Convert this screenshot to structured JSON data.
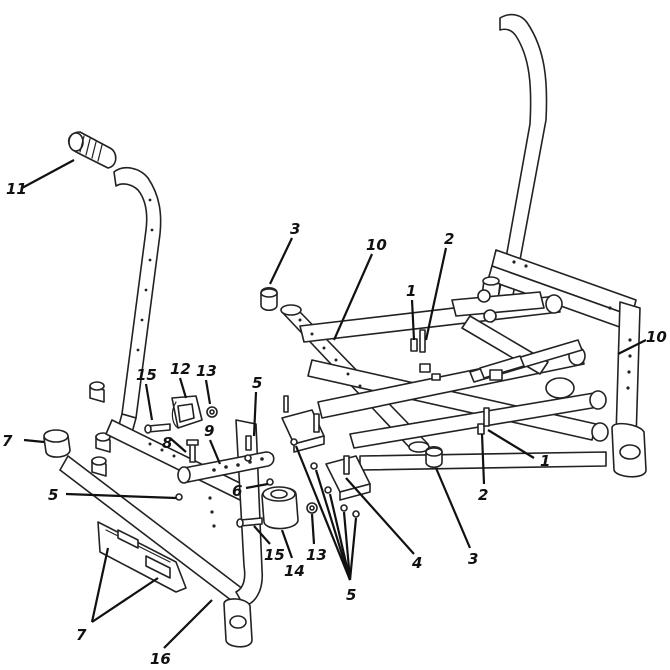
{
  "diagram": {
    "callouts": [
      {
        "id": "c11",
        "label": "11"
      },
      {
        "id": "c3a",
        "label": "3"
      },
      {
        "id": "c10a",
        "label": "10"
      },
      {
        "id": "c2a",
        "label": "2"
      },
      {
        "id": "c1a",
        "label": "1"
      },
      {
        "id": "c10b",
        "label": "10"
      },
      {
        "id": "c15a",
        "label": "15"
      },
      {
        "id": "c12",
        "label": "12"
      },
      {
        "id": "c13a",
        "label": "13"
      },
      {
        "id": "c5a",
        "label": "5"
      },
      {
        "id": "c7a",
        "label": "7"
      },
      {
        "id": "c8",
        "label": "8"
      },
      {
        "id": "c9",
        "label": "9"
      },
      {
        "id": "c5b",
        "label": "5"
      },
      {
        "id": "c6",
        "label": "6"
      },
      {
        "id": "c1b",
        "label": "1"
      },
      {
        "id": "c2b",
        "label": "2"
      },
      {
        "id": "c3b",
        "label": "3"
      },
      {
        "id": "c4",
        "label": "4"
      },
      {
        "id": "c15b",
        "label": "15"
      },
      {
        "id": "c13b",
        "label": "13"
      },
      {
        "id": "c14",
        "label": "14"
      },
      {
        "id": "c5c",
        "label": "5"
      },
      {
        "id": "c7b",
        "label": "7"
      },
      {
        "id": "c16",
        "label": "16"
      }
    ]
  }
}
